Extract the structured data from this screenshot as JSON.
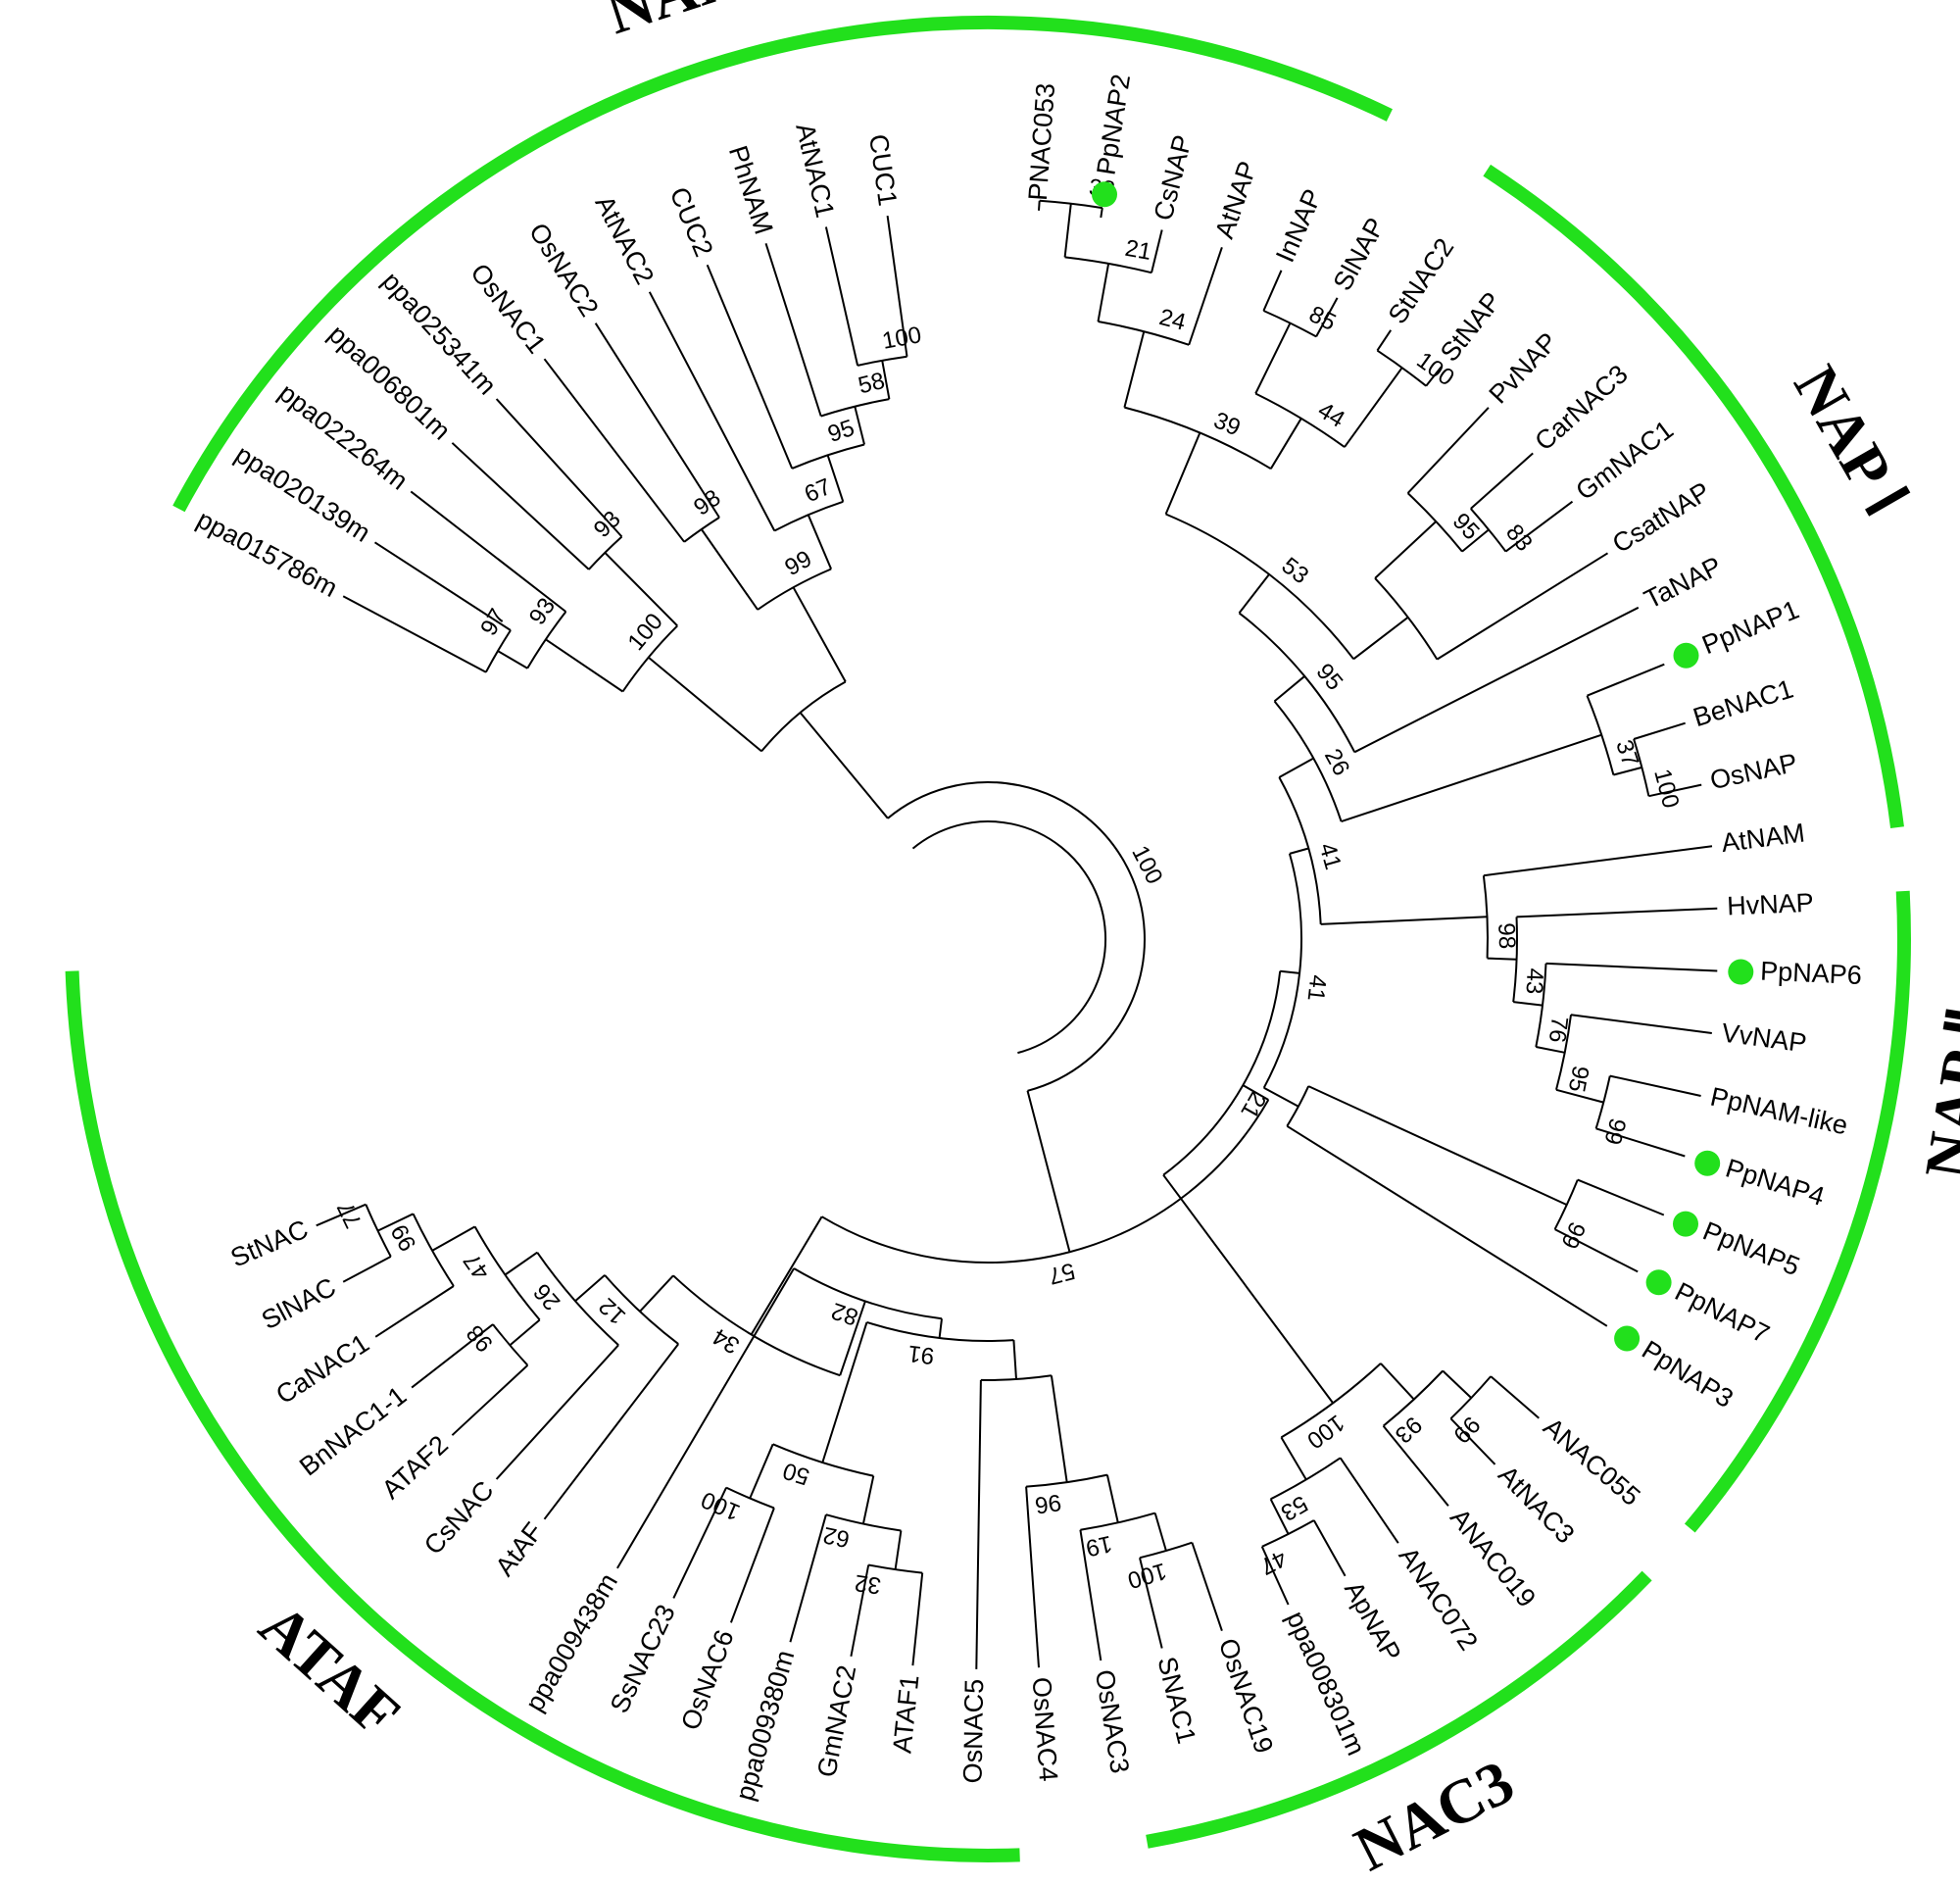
{
  "colors": {
    "clade_bar": "#22e01c",
    "highlight_dot": "#22e01c",
    "branch": "#000000"
  },
  "clades": [
    {
      "id": "nam",
      "label": "NAM",
      "a0": 208,
      "a1": 296,
      "la": 252
    },
    {
      "id": "nap1",
      "label": "NAP Ⅰ",
      "a0": 303,
      "a1": 353,
      "la": 330
    },
    {
      "id": "nap2",
      "label": "NAP Ⅱ",
      "a0": 357,
      "a1": 40,
      "la": 9
    },
    {
      "id": "nac3",
      "label": "NAC3",
      "a0": 44,
      "a1": 80,
      "la": 63
    },
    {
      "id": "ataf",
      "label": "ATAF",
      "a0": 88,
      "a1": 178,
      "la": 132
    }
  ],
  "leaves": [
    {
      "name": "ppa015786m",
      "a": 208.0
    },
    {
      "name": "ppa020139m",
      "a": 212.9
    },
    {
      "name": "ppa022264m",
      "a": 217.8
    },
    {
      "name": "ppa006801m",
      "a": 222.8
    },
    {
      "name": "ppa025341m",
      "a": 227.7
    },
    {
      "name": "OsNAC1",
      "a": 232.6
    },
    {
      "name": "OsNAC2",
      "a": 237.5
    },
    {
      "name": "AtNAC2",
      "a": 242.4
    },
    {
      "name": "CUC2",
      "a": 247.4
    },
    {
      "name": "PhNAM",
      "a": 252.3
    },
    {
      "name": "AtNAC1",
      "a": 257.2
    },
    {
      "name": "CUC1",
      "a": 262.1
    },
    {
      "name": "PNAC053",
      "a": 274.0
    },
    {
      "name": "PpNAP2",
      "a": 278.9,
      "dot": true
    },
    {
      "name": "CsNAP",
      "a": 283.8
    },
    {
      "name": "AtNAP",
      "a": 288.7
    },
    {
      "name": "InNAP",
      "a": 293.7
    },
    {
      "name": "SlNAP",
      "a": 298.6
    },
    {
      "name": "StNAC2",
      "a": 303.5
    },
    {
      "name": "StNAP",
      "a": 308.4
    },
    {
      "name": "PvNAP",
      "a": 313.3
    },
    {
      "name": "CarNAC3",
      "a": 318.3
    },
    {
      "name": "GmNAC1",
      "a": 323.2
    },
    {
      "name": "CsatNAP",
      "a": 328.1
    },
    {
      "name": "TaNAP",
      "a": 333.0
    },
    {
      "name": "PpNAP1",
      "a": 337.9,
      "dot": true
    },
    {
      "name": "BeNAC1",
      "a": 342.8
    },
    {
      "name": "OsNAP",
      "a": 347.8
    },
    {
      "name": "AtNAM",
      "a": 352.7
    },
    {
      "name": "HvNAP",
      "a": 357.6
    },
    {
      "name": "PpNAP6",
      "a": 2.5,
      "dot": true
    },
    {
      "name": "VvNAP",
      "a": 7.4
    },
    {
      "name": "PpNAM-like",
      "a": 12.4
    },
    {
      "name": "PpNAP4",
      "a": 17.3,
      "dot": true
    },
    {
      "name": "PpNAP5",
      "a": 22.2,
      "dot": true
    },
    {
      "name": "PpNAP7",
      "a": 27.1,
      "dot": true
    },
    {
      "name": "PpNAP3",
      "a": 32.0,
      "dot": true
    },
    {
      "name": "ANAC055",
      "a": 41.0
    },
    {
      "name": "AtNAC3",
      "a": 46.0
    },
    {
      "name": "ANAC019",
      "a": 50.9
    },
    {
      "name": "ANAC072",
      "a": 55.8
    },
    {
      "name": "ApNAP",
      "a": 60.7
    },
    {
      "name": "ppa008301m",
      "a": 65.7
    },
    {
      "name": "OsNAC19",
      "a": 71.3
    },
    {
      "name": "SNAC1",
      "a": 76.2
    },
    {
      "name": "OsNAC3",
      "a": 81.1
    },
    {
      "name": "OsNAC4",
      "a": 86.0
    },
    {
      "name": "OsNAC5",
      "a": 90.9
    },
    {
      "name": "ATAF1",
      "a": 95.9
    },
    {
      "name": "GmNAC2",
      "a": 100.8
    },
    {
      "name": "ppa009380m",
      "a": 105.7
    },
    {
      "name": "OsNAC6",
      "a": 110.6
    },
    {
      "name": "SsNAC23",
      "a": 115.5
    },
    {
      "name": "ppa009438m",
      "a": 120.5
    },
    {
      "name": "AtAF",
      "a": 127.4
    },
    {
      "name": "CsNAC",
      "a": 132.3
    },
    {
      "name": "ATAF2",
      "a": 137.2
    },
    {
      "name": "BnNAC1-1",
      "a": 142.1
    },
    {
      "name": "CaNAC1",
      "a": 147.0
    },
    {
      "name": "SlNAC",
      "a": 152.0
    },
    {
      "name": "StNAC",
      "a": 156.9
    }
  ],
  "tree": [
    [
      "ppa015786m",
      0,
      208.0
    ],
    [
      "ppa020139m",
      0,
      212.9
    ],
    [
      "ppa022264m",
      0,
      217.8
    ],
    [
      "ppa006801m",
      0,
      222.8
    ],
    [
      "ppa025341m",
      0,
      227.7
    ],
    [
      "OsNAC1",
      0,
      232.6
    ],
    [
      "OsNAC2",
      0,
      237.5
    ],
    [
      "AtNAC2",
      0,
      242.4
    ],
    [
      "CUC2",
      0,
      247.4
    ],
    [
      "PhNAM",
      0,
      252.3
    ],
    [
      "AtNAC1",
      0,
      257.2
    ],
    [
      "CUC1",
      0,
      262.1
    ],
    [
      "nam97",
      "ppa015786m",
      "ppa020139m",
      "97",
      580
    ],
    [
      "nam93a",
      "nam97",
      "ppa022264m",
      "93",
      545
    ],
    [
      "nam93b",
      "ppa025341m",
      "ppa006801m",
      "93",
      555
    ],
    [
      "nam100",
      "nam93a",
      "nam93b",
      "100",
      450
    ],
    [
      "nam98",
      "OsNAC1",
      "OsNAC2",
      "98",
      510
    ],
    [
      "c100",
      "AtNAC1",
      "CUC1",
      "100",
      600
    ],
    [
      "c58",
      "c100",
      "PhNAM",
      "58",
      560
    ],
    [
      "c95",
      "c58",
      "CUC2",
      "95",
      520
    ],
    [
      "c67",
      "c95",
      "AtNAC2",
      "67",
      470
    ],
    [
      "c99",
      "c67",
      "nam98",
      "99",
      410
    ],
    [
      "namroot",
      "c99",
      "nam100",
      null,
      300
    ],
    [
      "PNAC053",
      0,
      274.0
    ],
    [
      "PpNAP2",
      0,
      278.9
    ],
    [
      "CsNAP",
      0,
      283.8
    ],
    [
      "AtNAP",
      0,
      288.7
    ],
    [
      "InNAP",
      0,
      293.7
    ],
    [
      "SlNAP",
      0,
      298.6
    ],
    [
      "StNAC2",
      0,
      303.5
    ],
    [
      "StNAP",
      0,
      308.4
    ],
    [
      "PvNAP",
      0,
      313.3
    ],
    [
      "CarNAC3",
      0,
      318.3
    ],
    [
      "GmNAC1",
      0,
      323.2
    ],
    [
      "CsatNAP",
      0,
      328.1
    ],
    [
      "TaNAP",
      0,
      333.0
    ],
    [
      "PpNAP1",
      0,
      337.9
    ],
    [
      "BeNAC1",
      0,
      342.8
    ],
    [
      "OsNAP",
      0,
      347.8
    ],
    [
      "AtNAM",
      0,
      352.7
    ],
    [
      "HvNAP",
      0,
      357.6
    ],
    [
      "PpNAP6",
      0,
      362.5
    ],
    [
      "VvNAP",
      0,
      367.4
    ],
    [
      "PpNAM-like",
      0,
      372.4
    ],
    [
      "PpNAP4",
      0,
      377.3
    ],
    [
      "PpNAP5",
      0,
      382.2
    ],
    [
      "PpNAP7",
      0,
      387.1
    ],
    [
      "PpNAP3",
      0,
      392.0
    ],
    [
      "n38",
      "PNAC053",
      "PpNAP2",
      "38",
      755
    ],
    [
      "n21",
      "n38",
      "CsNAP",
      "21",
      700
    ],
    [
      "n24",
      "n21",
      "AtNAP",
      "24",
      640
    ],
    [
      "n85",
      "InNAP",
      "SlNAP",
      "85",
      700
    ],
    [
      "n100s",
      "StNAC2",
      "StNAP",
      "100",
      720
    ],
    [
      "n44",
      "n85",
      "n100s",
      "44",
      620
    ],
    [
      "n39",
      "n24",
      "n44",
      "39",
      560
    ],
    [
      "n83",
      "CarNAC3",
      "GmNAC1",
      "83",
      660
    ],
    [
      "n95a",
      "PvNAP",
      "n83",
      "95",
      625
    ],
    [
      "nCs",
      "n95a",
      "CsatNAP",
      null,
      540
    ],
    [
      "n53",
      "n39",
      "nCs",
      "53",
      470
    ],
    [
      "n95b",
      "n53",
      "TaNAP",
      "95",
      420
    ],
    [
      "n100b",
      "BeNAC1",
      "OsNAP",
      "100",
      690
    ],
    [
      "n37",
      "PpNAP1",
      "n100b",
      "37",
      660
    ],
    [
      "n26",
      "n95b",
      "n37",
      "26",
      380
    ],
    [
      "n99a",
      "PpNAM-like",
      "PpNAP4",
      "99",
      650
    ],
    [
      "n95c",
      "VvNAP",
      "n99a",
      "95",
      600
    ],
    [
      "n76",
      "PpNAP6",
      "n95c",
      "76",
      570
    ],
    [
      "n43",
      "HvNAP",
      "n76",
      "43",
      540
    ],
    [
      "n98",
      "AtNAM",
      "n43",
      "98",
      510
    ],
    [
      "n41a",
      "n26",
      "n98",
      "41",
      340
    ],
    [
      "n99b",
      "PpNAP5",
      "PpNAP7",
      "99",
      650
    ],
    [
      "n99c",
      "n99b",
      "PpNAP3",
      null,
      360
    ],
    [
      "n41b",
      "n41a",
      "n99c",
      "41",
      320
    ],
    [
      "ANAC055",
      0,
      401.0
    ],
    [
      "AtNAC3",
      0,
      406.0
    ],
    [
      "ANAC019",
      0,
      410.9
    ],
    [
      "ANAC072",
      0,
      415.8
    ],
    [
      "ApNAP",
      0,
      420.7
    ],
    [
      "ppa008301m",
      0,
      425.7
    ],
    [
      "n99d",
      "ANAC055",
      "AtNAC3",
      "99",
      680
    ],
    [
      "n93",
      "n99d",
      "ANAC019",
      "93",
      640
    ],
    [
      "n47",
      "ppa008301m",
      "ApNAP",
      "47",
      680
    ],
    [
      "n53b",
      "n47",
      "ANAC072",
      "53",
      640
    ],
    [
      "n100c",
      "n93",
      "n53b",
      "100",
      590
    ],
    [
      "n21a",
      "n41b",
      "n100c",
      "21",
      300
    ],
    [
      "OsNAC19",
      0,
      431.3
    ],
    [
      "SNAC1",
      0,
      436.2
    ],
    [
      "OsNAC3",
      0,
      441.1
    ],
    [
      "OsNAC4",
      0,
      446.0
    ],
    [
      "OsNAC5",
      0,
      450.9
    ],
    [
      "ATAF1",
      0,
      455.9
    ],
    [
      "GmNAC2",
      0,
      460.8
    ],
    [
      "ppa009380m",
      0,
      465.7
    ],
    [
      "OsNAC6",
      0,
      470.6
    ],
    [
      "SsNAC23",
      0,
      475.5
    ],
    [
      "ppa009438m",
      0,
      480.5
    ],
    [
      "AtAF",
      0,
      487.4
    ],
    [
      "CsNAC",
      0,
      492.3
    ],
    [
      "ATAF2",
      0,
      497.2
    ],
    [
      "BnNAC1-1",
      0,
      502.1
    ],
    [
      "CaNAC1",
      0,
      507.0
    ],
    [
      "SlNAC",
      0,
      512.0
    ],
    [
      "StNAC",
      0,
      516.9
    ],
    [
      "n100d",
      "OsNAC19",
      "SNAC1",
      "100",
      650
    ],
    [
      "n19",
      "n100d",
      "OsNAC3",
      "19",
      610
    ],
    [
      "n96",
      "n19",
      "OsNAC4",
      "96",
      560
    ],
    [
      "n32",
      "ATAF1",
      "GmNAC2",
      "32",
      650
    ],
    [
      "n62",
      "n32",
      "ppa009380m",
      "62",
      610
    ],
    [
      "n100e",
      "OsNAC6",
      "SsNAC23",
      "100",
      620
    ],
    [
      "n50",
      "n62",
      "n100e",
      "50",
      560
    ],
    [
      "n91",
      "n96",
      "OsNAC5",
      null,
      450
    ],
    [
      "n82",
      "n91",
      "n50",
      "91",
      410
    ],
    [
      "n78",
      "n82",
      "ppa009438m",
      "82",
      390
    ],
    [
      "n77",
      "SlNAC",
      "StNAC",
      "77",
      690
    ],
    [
      "n99e",
      "CaNAC1",
      "n77",
      "99",
      650
    ],
    [
      "n98b",
      "BnNAC1-1",
      "ATAF2",
      "98",
      640
    ],
    [
      "n47b",
      "n99e",
      "n98b",
      "47",
      600
    ],
    [
      "n26b",
      "n47b",
      "CsNAC",
      "26",
      560
    ],
    [
      "n12",
      "n26b",
      "AtAF",
      "12",
      520
    ],
    [
      "n34",
      "n12",
      "n78",
      "34",
      470
    ],
    [
      "n57",
      "n34",
      "n21a",
      "57",
      330
    ],
    [
      "n21b",
      "n57",
      "n21a",
      null,
      0
    ],
    [
      "root100",
      "namroot",
      "n57",
      "100",
      160
    ]
  ]
}
